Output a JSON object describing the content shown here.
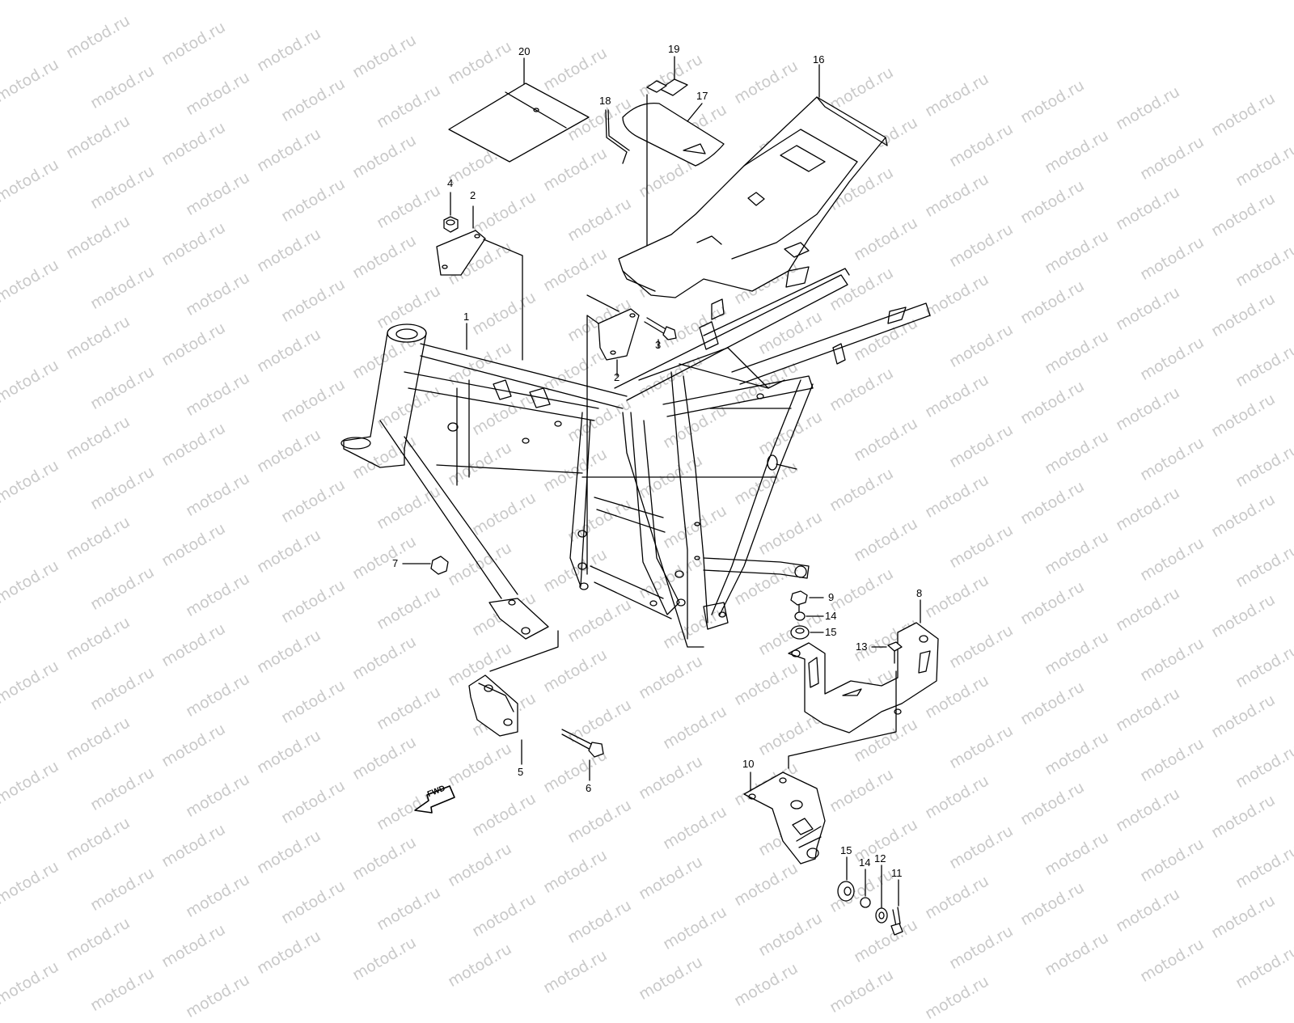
{
  "diagram": {
    "watermark": "motod.ru",
    "fwd_label": "FWD",
    "callouts": [
      {
        "id": "c1",
        "label": "1"
      },
      {
        "id": "c2a",
        "label": "2"
      },
      {
        "id": "c2b",
        "label": "2"
      },
      {
        "id": "c3",
        "label": "3"
      },
      {
        "id": "c4",
        "label": "4"
      },
      {
        "id": "c5",
        "label": "5"
      },
      {
        "id": "c6",
        "label": "6"
      },
      {
        "id": "c7",
        "label": "7"
      },
      {
        "id": "c8",
        "label": "8"
      },
      {
        "id": "c9",
        "label": "9"
      },
      {
        "id": "c10",
        "label": "10"
      },
      {
        "id": "c11",
        "label": "11"
      },
      {
        "id": "c12",
        "label": "12"
      },
      {
        "id": "c13",
        "label": "13"
      },
      {
        "id": "c14a",
        "label": "14"
      },
      {
        "id": "c14b",
        "label": "14"
      },
      {
        "id": "c15a",
        "label": "15"
      },
      {
        "id": "c15b",
        "label": "15"
      },
      {
        "id": "c16",
        "label": "16"
      },
      {
        "id": "c17",
        "label": "17"
      },
      {
        "id": "c18",
        "label": "18"
      },
      {
        "id": "c19",
        "label": "19"
      },
      {
        "id": "c20",
        "label": "20"
      }
    ]
  }
}
